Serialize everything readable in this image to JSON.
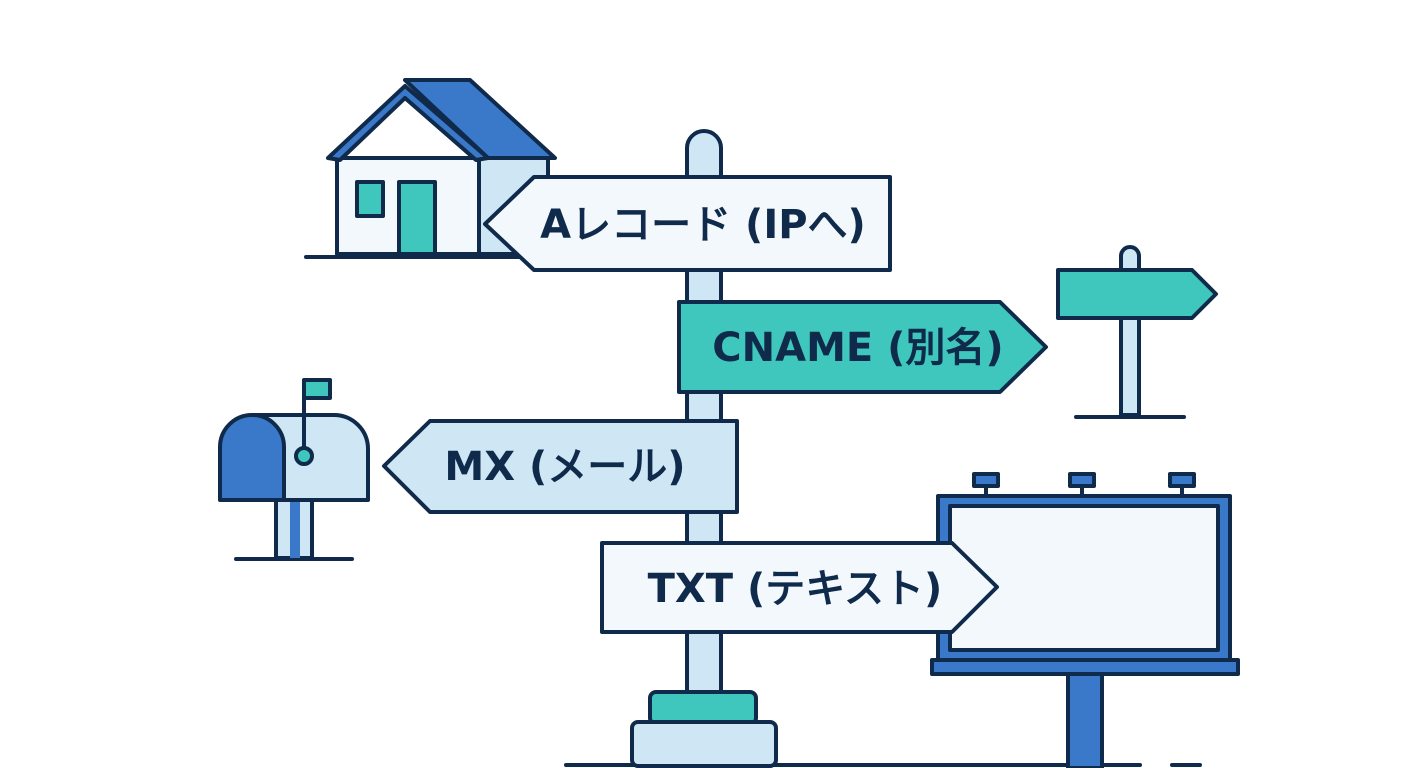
{
  "signs": {
    "a_record": "Aレコード (IPへ)",
    "cname": "CNAME (別名)",
    "mx": "MX (メール)",
    "txt": "TXT (テキスト)"
  },
  "colors": {
    "outline": "#0f2a4a",
    "dark_blue": "#3a78c9",
    "light_blue": "#cfe6f5",
    "teal": "#3fc7bd",
    "pale": "#f3f8fd",
    "white": "#ffffff"
  },
  "icons": {
    "house": "house-icon",
    "mailbox": "mailbox-icon",
    "small_signpost": "small-signpost-icon",
    "billboard": "billboard-icon"
  }
}
